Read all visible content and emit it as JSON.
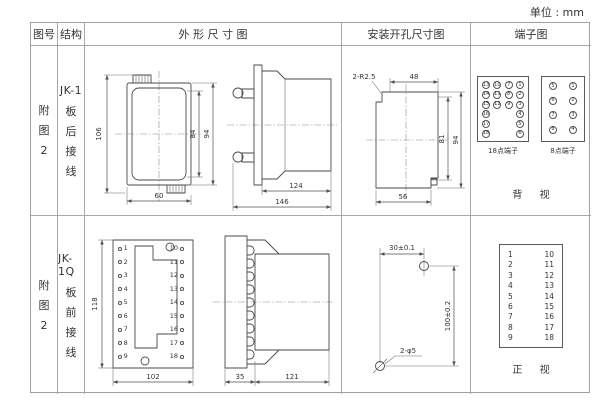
{
  "unit_label": "单位 : mm",
  "headers": {
    "fig": "图号",
    "structure": "结构",
    "outline": "外 形 尺 寸 图",
    "install": "安装开孔尺寸图",
    "terminal": "端子图"
  },
  "rows": [
    {
      "fig_chars": [
        "附",
        "图",
        "2"
      ],
      "model": "JK-1",
      "wiring_chars": [
        "板",
        "后",
        "接",
        "线"
      ],
      "outline": {
        "height": "106",
        "inner_height": "84",
        "outer_height": "94",
        "width": "60",
        "body_length": "124",
        "total_length": "146"
      },
      "install": {
        "corner_radius": "2-R2.5",
        "top_width": "48",
        "inner_height": "81",
        "outer_height": "94",
        "bottom_width": "56"
      },
      "terminal18": {
        "label": "18点端子",
        "col1": [
          "13",
          "14",
          "15",
          "16",
          "17",
          "18"
        ],
        "col2": [
          "10",
          "11",
          "12"
        ],
        "col3": [
          "7",
          "8",
          "9"
        ],
        "col4": [
          "1",
          "2",
          "3",
          "4",
          "5",
          "6"
        ]
      },
      "terminal8": {
        "label": "8点端子",
        "left": [
          "5",
          "6",
          "7",
          "8"
        ],
        "right": [
          "1",
          "2",
          "3",
          "4"
        ]
      },
      "view_label": "背 视"
    },
    {
      "fig_chars": [
        "附",
        "图",
        "2"
      ],
      "model": "JK-1Q",
      "wiring_chars": [
        "板",
        "前",
        "接",
        "线"
      ],
      "outline": {
        "height": "118",
        "width": "102",
        "flange_width": "35",
        "body_length": "121",
        "left_terminals": [
          "1",
          "2",
          "3",
          "4",
          "5",
          "6",
          "7",
          "8",
          "9"
        ],
        "right_terminals": [
          "10",
          "11",
          "12",
          "13",
          "14",
          "15",
          "16",
          "17",
          "18"
        ]
      },
      "install": {
        "hole_spacing_h": "30±0.1",
        "hole_spacing_v": "100±0.2",
        "hole_label": "2-φ5"
      },
      "terminal_table": {
        "left": [
          "1",
          "2",
          "3",
          "4",
          "5",
          "6",
          "7",
          "8",
          "9"
        ],
        "right": [
          "10",
          "11",
          "12",
          "13",
          "14",
          "15",
          "16",
          "17",
          "18"
        ]
      },
      "view_label": "正 视"
    }
  ]
}
